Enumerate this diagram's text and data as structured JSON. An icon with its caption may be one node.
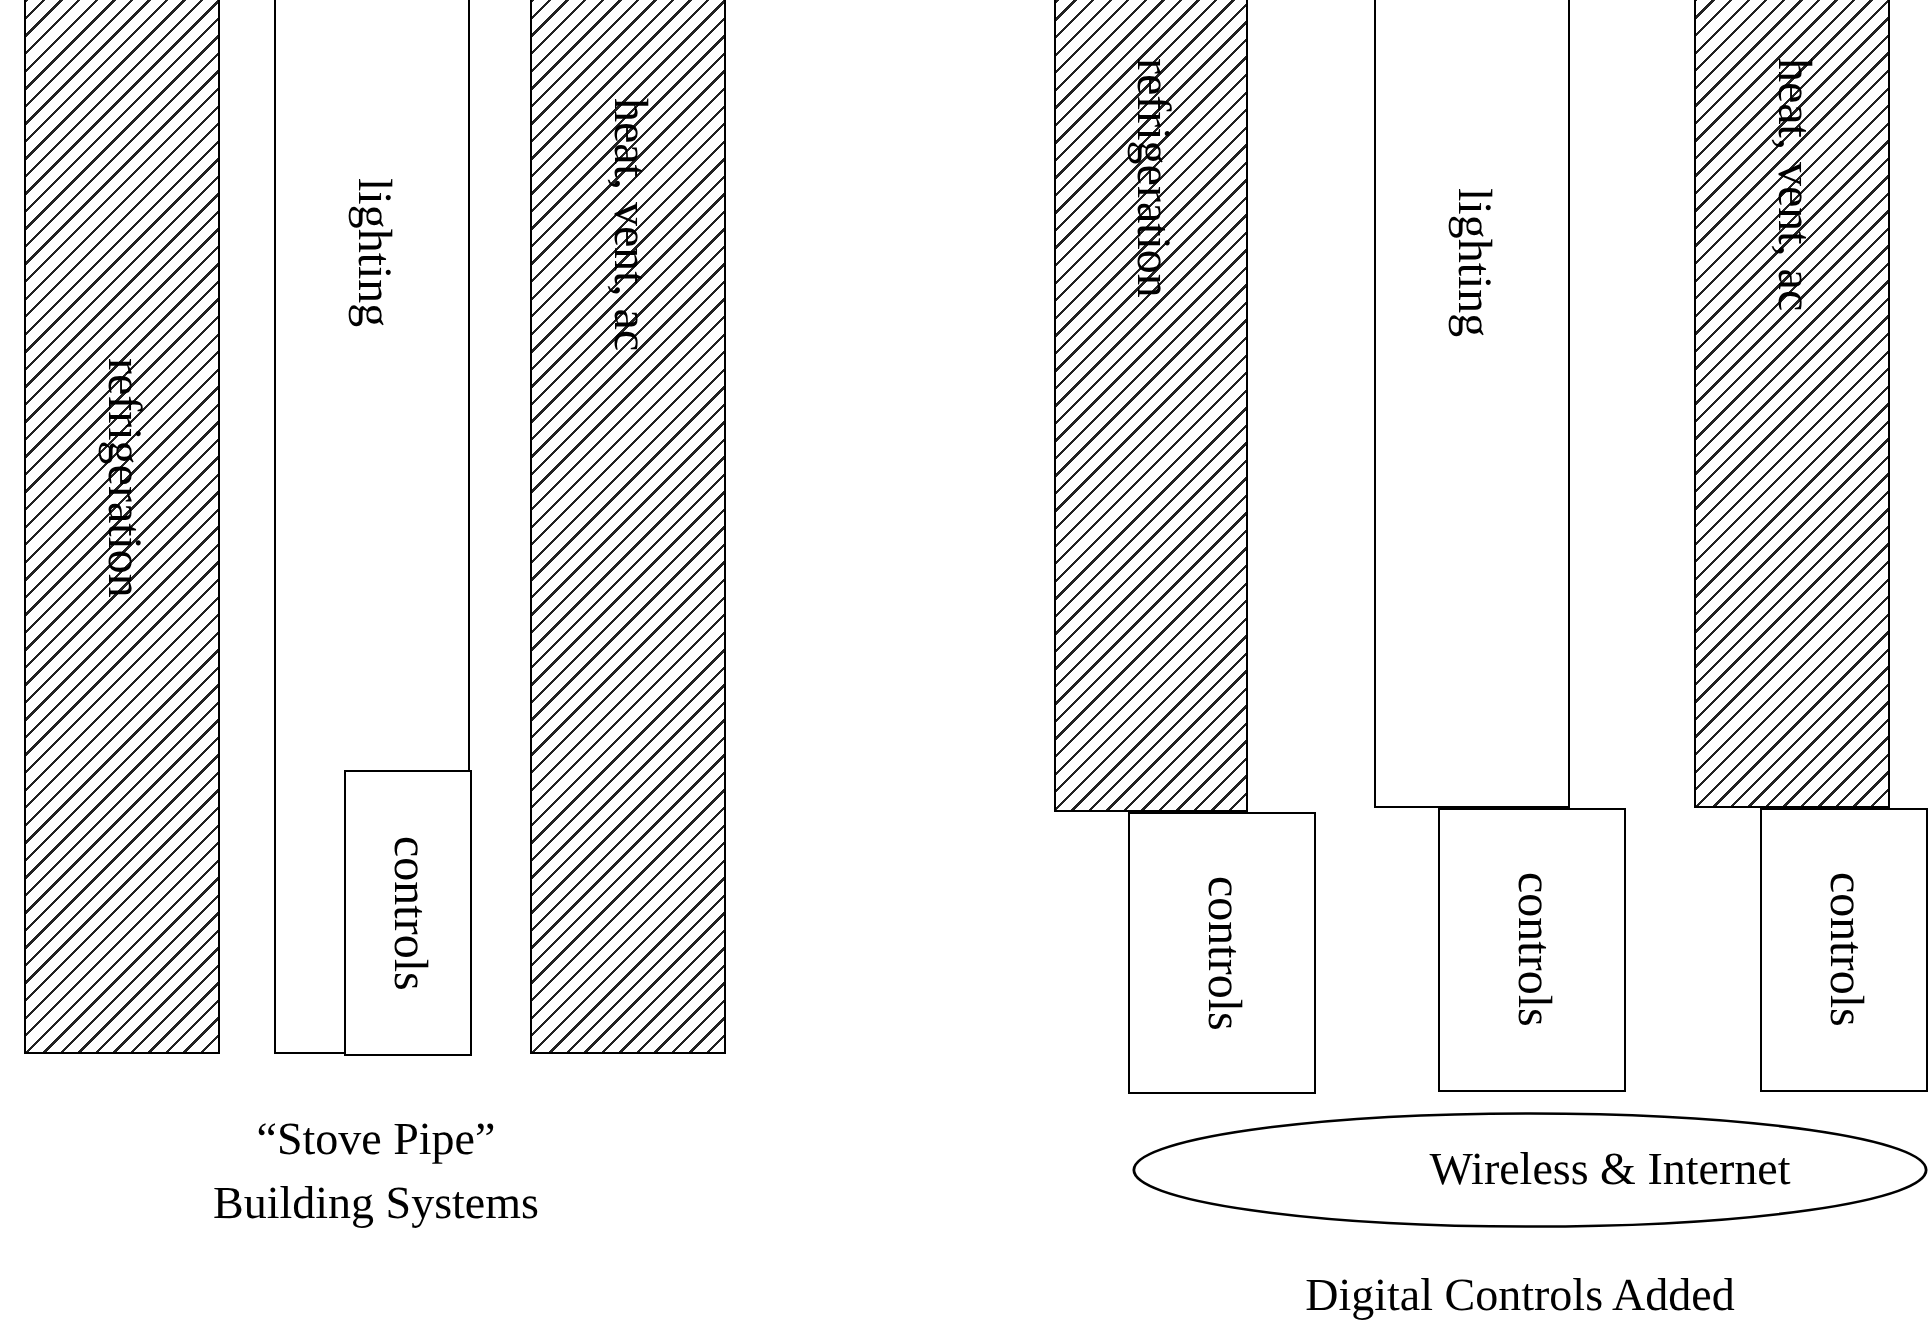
{
  "diagram": {
    "nodes": [
      {
        "text": [
          "refrigeration"
        ]
      },
      {
        "text": [
          "lighting"
        ]
      },
      {
        "text": [
          "controls"
        ],
        "in": 1
      },
      {
        "text": [
          "heat, vent, ac"
        ]
      },
      {
        "text": [
          "refrigeration"
        ]
      },
      {
        "text": [
          "controls"
        ]
      },
      {
        "text": [
          "lighting"
        ]
      },
      {
        "text": [
          "controls"
        ]
      },
      {
        "text": [
          "heat, vent, ac"
        ]
      },
      {
        "text": [
          "controls"
        ]
      },
      {
        "text": [
          "Wireless & Internet"
        ]
      }
    ],
    "labels": [
      "“Stove Pipe” Building Systems",
      "Digital Controls Added"
    ]
  }
}
